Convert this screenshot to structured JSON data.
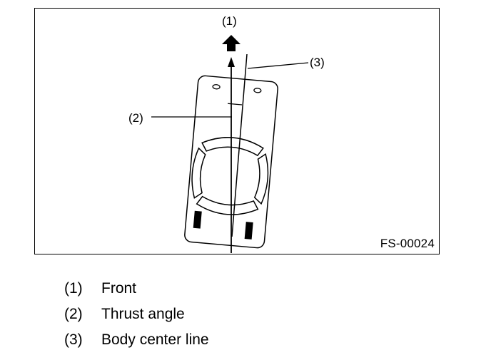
{
  "figure": {
    "code": "FS-00024",
    "callouts": [
      "(1)",
      "(2)",
      "(3)"
    ]
  },
  "legend": [
    {
      "num": "(1)",
      "label": "Front"
    },
    {
      "num": "(2)",
      "label": "Thrust angle"
    },
    {
      "num": "(3)",
      "label": "Body center line"
    }
  ]
}
